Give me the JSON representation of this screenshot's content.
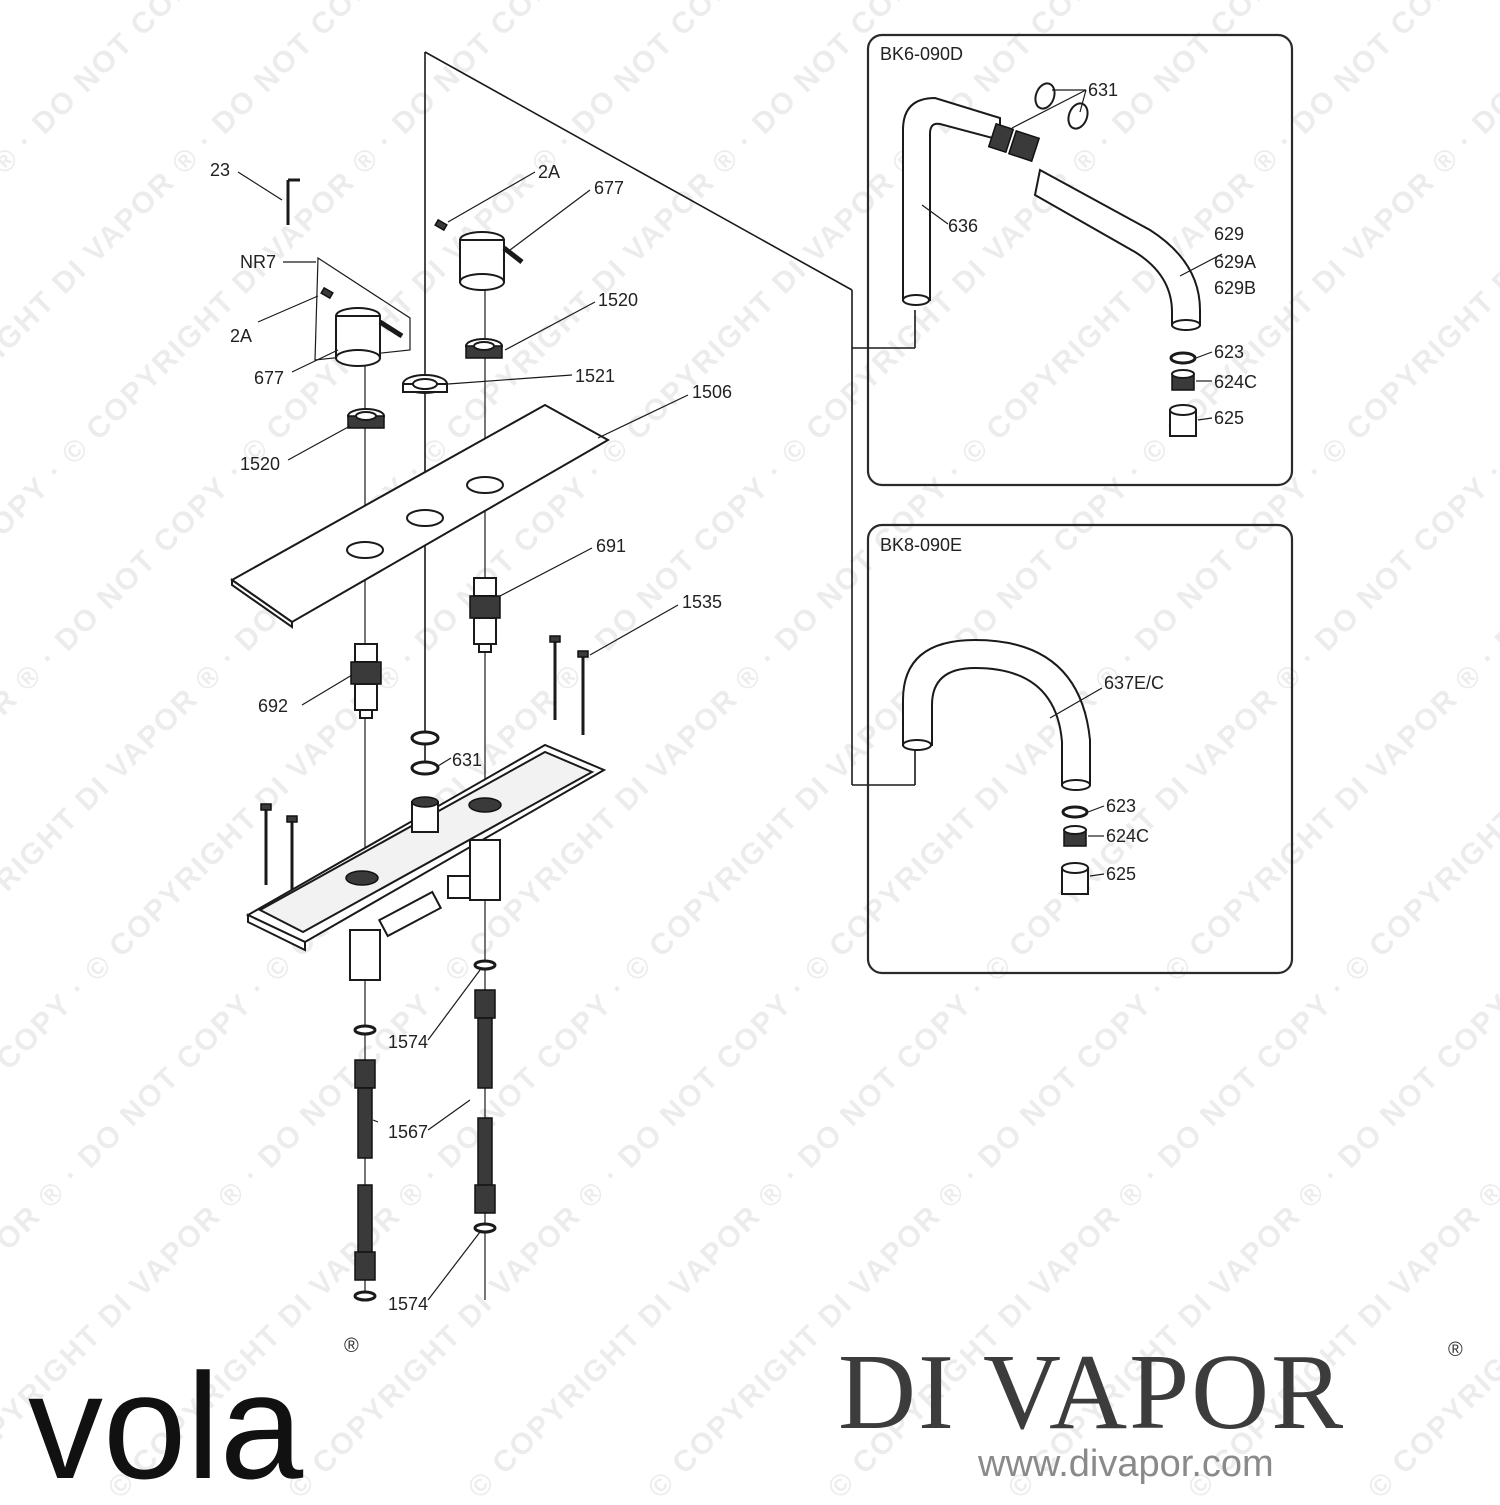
{
  "watermark": {
    "text": "© COPYRIGHT DI VAPOR ® · DO NOT COPY ·"
  },
  "boxes": [
    {
      "title": "BK6-090D"
    },
    {
      "title": "BK8-090E"
    }
  ],
  "labels": {
    "l23": "23",
    "lNR7": "NR7",
    "l2A_a": "2A",
    "l677_a": "677",
    "l2A_b": "2A",
    "l677_b": "677",
    "l1520_a": "1520",
    "l1521": "1521",
    "l1506": "1506",
    "l1520_b": "1520",
    "l691": "691",
    "l1535": "1535",
    "l692": "692",
    "l631_a": "631",
    "l1574_a": "1574",
    "l1567": "1567",
    "l1574_b": "1574",
    "l631_b": "631",
    "l636": "636",
    "l629": "629",
    "l629A": "629A",
    "l629B": "629B",
    "l623_a": "623",
    "l624C_a": "624C",
    "l625_a": "625",
    "l637": "637E/C",
    "l623_b": "623",
    "l624C_b": "624C",
    "l625_b": "625"
  },
  "brand": {
    "vola_logo": "vola",
    "vola_reg": "®",
    "divapor_logo": "DI VAPOR",
    "divapor_reg": "®",
    "url": "www.divapor.com"
  }
}
